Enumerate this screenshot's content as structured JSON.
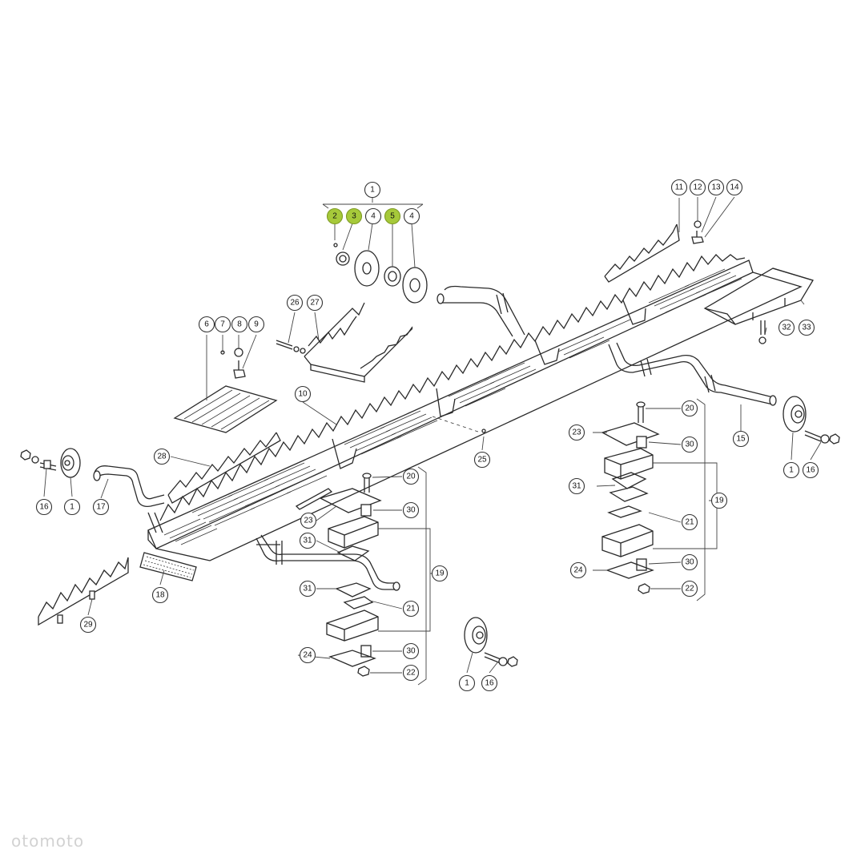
{
  "diagram": {
    "callouts": [
      {
        "id": "c1-top",
        "label": "1"
      },
      {
        "id": "c2",
        "label": "2",
        "highlight": true
      },
      {
        "id": "c3",
        "label": "3",
        "highlight": true
      },
      {
        "id": "c4a",
        "label": "4"
      },
      {
        "id": "c5",
        "label": "5",
        "highlight": true
      },
      {
        "id": "c4b",
        "label": "4"
      },
      {
        "id": "c6",
        "label": "6"
      },
      {
        "id": "c7",
        "label": "7"
      },
      {
        "id": "c8",
        "label": "8"
      },
      {
        "id": "c9",
        "label": "9"
      },
      {
        "id": "c10",
        "label": "10"
      },
      {
        "id": "c11",
        "label": "11"
      },
      {
        "id": "c12",
        "label": "12"
      },
      {
        "id": "c13",
        "label": "13"
      },
      {
        "id": "c14",
        "label": "14"
      },
      {
        "id": "c15",
        "label": "15"
      },
      {
        "id": "c16-left",
        "label": "16"
      },
      {
        "id": "c1-left",
        "label": "1"
      },
      {
        "id": "c17",
        "label": "17"
      },
      {
        "id": "c18",
        "label": "18"
      },
      {
        "id": "c19-mid",
        "label": "19"
      },
      {
        "id": "c19-right",
        "label": "19"
      },
      {
        "id": "c20-mid",
        "label": "20"
      },
      {
        "id": "c20-right",
        "label": "20"
      },
      {
        "id": "c21-mid",
        "label": "21"
      },
      {
        "id": "c21-right",
        "label": "21"
      },
      {
        "id": "c22-mid",
        "label": "22"
      },
      {
        "id": "c22-right",
        "label": "22"
      },
      {
        "id": "c23-mid",
        "label": "23"
      },
      {
        "id": "c23-right",
        "label": "23"
      },
      {
        "id": "c24-mid",
        "label": "24"
      },
      {
        "id": "c24-right",
        "label": "24"
      },
      {
        "id": "c25",
        "label": "25"
      },
      {
        "id": "c26",
        "label": "26"
      },
      {
        "id": "c27",
        "label": "27"
      },
      {
        "id": "c28",
        "label": "28"
      },
      {
        "id": "c29",
        "label": "29"
      },
      {
        "id": "c30-mid-a",
        "label": "30"
      },
      {
        "id": "c30-mid-b",
        "label": "30"
      },
      {
        "id": "c30-right-a",
        "label": "30"
      },
      {
        "id": "c30-right-b",
        "label": "30"
      },
      {
        "id": "c31-mid-a",
        "label": "31"
      },
      {
        "id": "c31-mid-b",
        "label": "31"
      },
      {
        "id": "c31-right",
        "label": "31"
      },
      {
        "id": "c32",
        "label": "32"
      },
      {
        "id": "c33",
        "label": "33"
      },
      {
        "id": "c1-bottom",
        "label": "1"
      },
      {
        "id": "c16-bottom",
        "label": "16"
      },
      {
        "id": "c1-right",
        "label": "1"
      },
      {
        "id": "c16-right",
        "label": "16"
      }
    ],
    "highlight_color": "#a6c93a",
    "line_color": "#2a2a2a"
  },
  "watermark": "otomoto"
}
